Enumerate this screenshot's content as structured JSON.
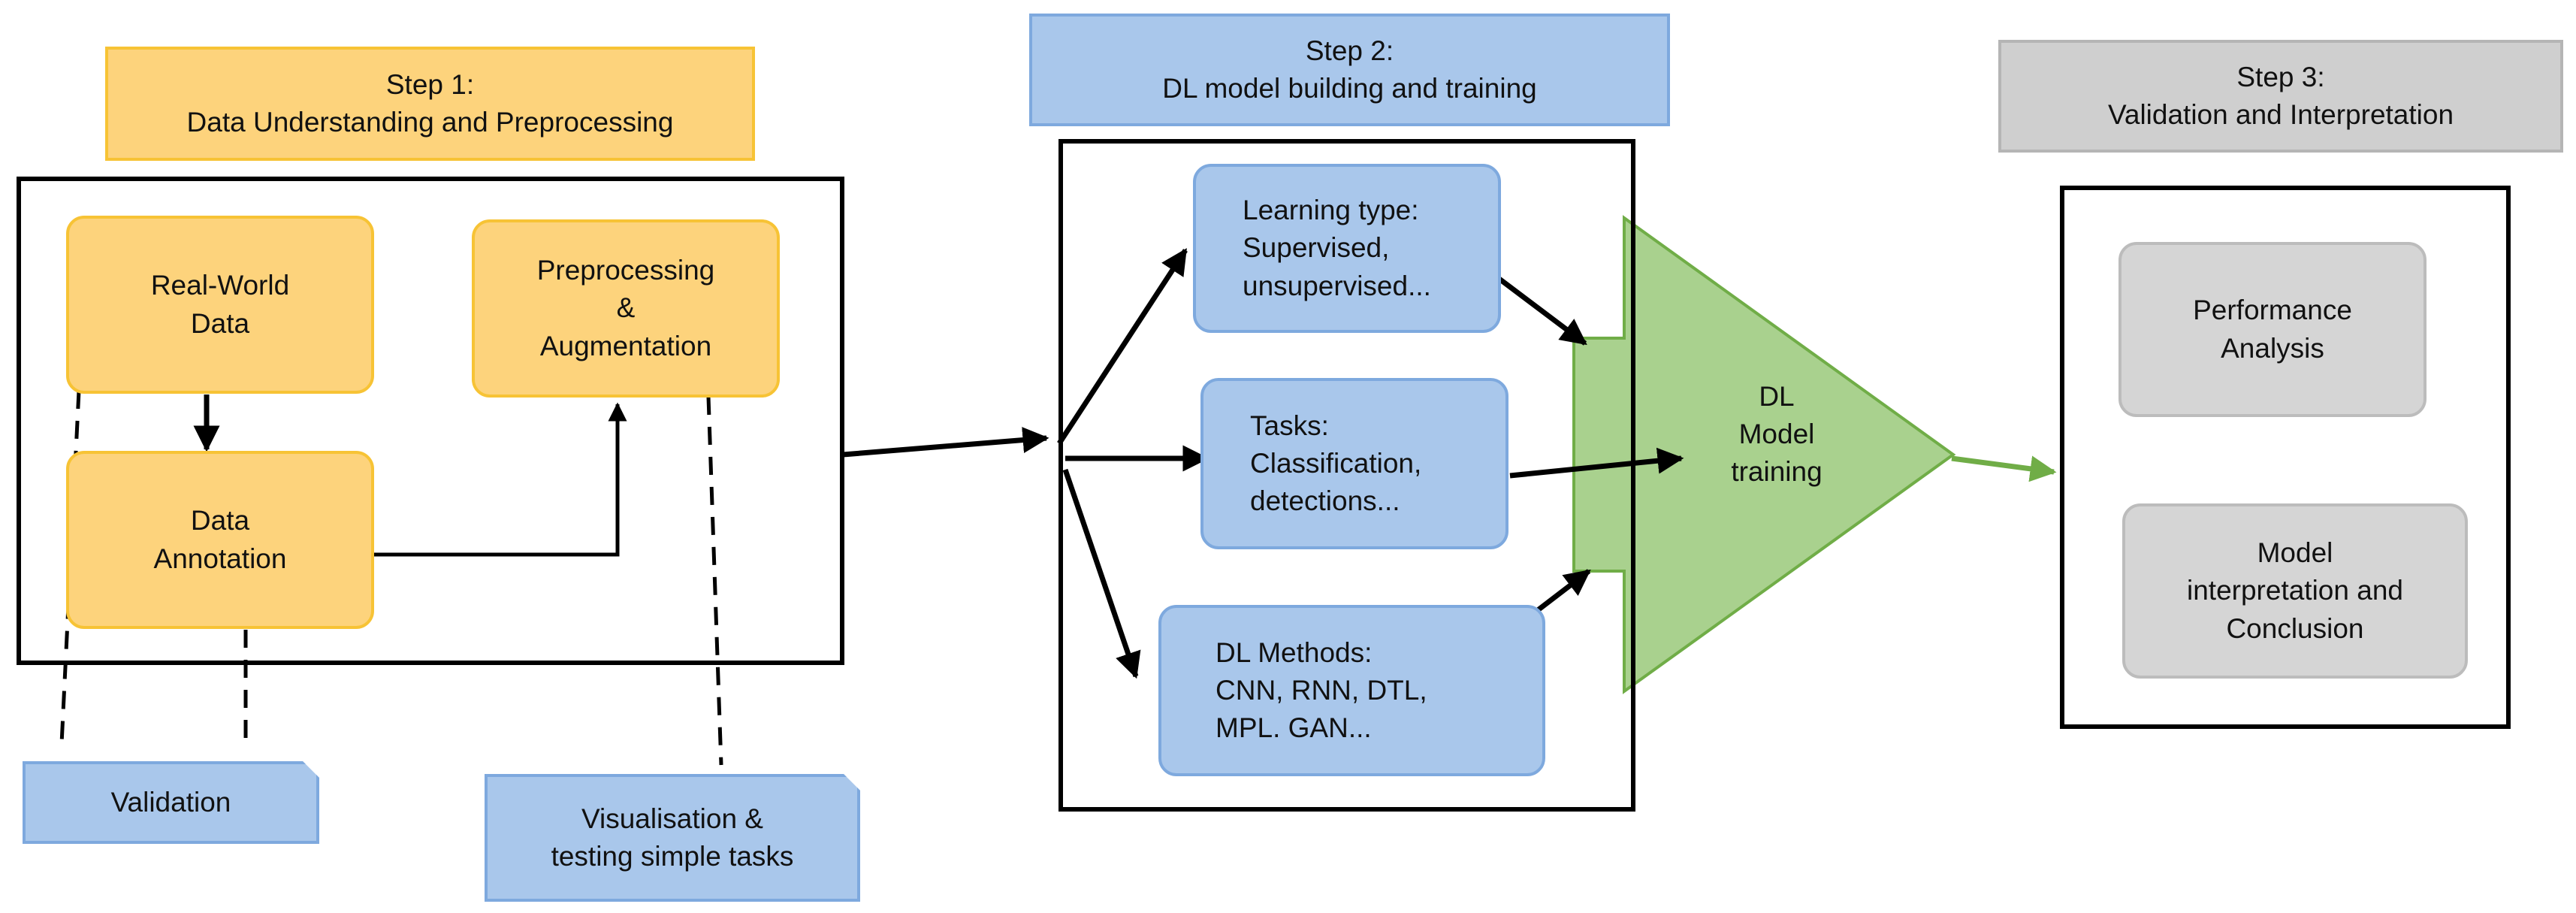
{
  "step1": {
    "header": "Step 1:\nData Understanding and Preprocessing",
    "real_world": "Real-World\nData",
    "annotation": "Data\nAnnotation",
    "preprocessing": "Preprocessing\n&\nAugmentation",
    "validation": "Validation",
    "visualisation": "Visualisation &\ntesting simple tasks"
  },
  "step2": {
    "header": "Step 2:\nDL model building and training",
    "learning_type": "Learning type:\nSupervised,\nunsupervised...",
    "tasks": "Tasks:\nClassification,\ndetections...",
    "methods": "DL Methods:\nCNN, RNN, DTL,\nMPL. GAN...",
    "training": "DL\nModel\ntraining"
  },
  "step3": {
    "header": "Step 3:\nValidation and Interpretation",
    "performance": "Performance\nAnalysis",
    "interpretation": "Model\ninterpretation and\nConclusion"
  },
  "colors": {
    "orange_fill": "#fdd37c",
    "blue_fill": "#a9c7eb",
    "grey_fill": "#d5d5d5",
    "green_fill": "#a9d18e",
    "green_stroke": "#70ad47",
    "frame": "#000000"
  }
}
